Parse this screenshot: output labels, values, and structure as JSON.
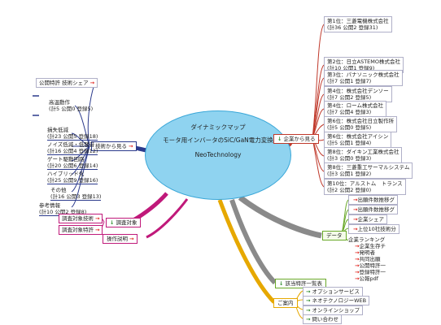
{
  "center": {
    "line1": "ダイナミックマップ",
    "line2": "モータ用インバータのSiC/GaN電力変換",
    "line3": "NeoTechnology"
  },
  "left": {
    "tech_view": "技術から見る",
    "patent_share": "公開特許 技術シェア",
    "nodes": [
      {
        "title": "高温動作",
        "detail": "(計5 公開0 登録5)"
      },
      {
        "title": "損失低減",
        "detail": "(計23 公開5 登録18)"
      },
      {
        "title": "ノイズ低減・低騒音",
        "detail": "(計16 公開4 登録12)"
      },
      {
        "title": "ゲート駆動回路",
        "detail": "(計20 公開6 登録14)"
      },
      {
        "title": "ハイブリッド化",
        "detail": "(計25 公開9 登録16)"
      },
      {
        "title": "その他",
        "detail": "(計16 公開3 登録13)"
      },
      {
        "title": "参考情報",
        "detail": "(計10 公開2 登録8)"
      }
    ],
    "survey_target": "調査対象",
    "survey_tech": "調査対象技術",
    "survey_patent": "調査対象特許",
    "instructions": "操作説明"
  },
  "right": {
    "company_view": "企業から見る",
    "companies": [
      {
        "title": "第1位：三菱電機株式会社",
        "detail": "(計36 公開2 登録31)"
      },
      {
        "title": "第2位：日立ASTEMO株式会社",
        "detail": "(計10 公開1 登録9)"
      },
      {
        "title": "第3位：パナソニック株式会社",
        "detail": "(計7 公開1 登録7)"
      },
      {
        "title": "第4位：株式会社デンソー",
        "detail": "(計7 公開2 登録5)"
      },
      {
        "title": "第4位：ローム株式会社",
        "detail": "(計7 公開4 登録3)"
      },
      {
        "title": "第6位：株式会社日立製作所",
        "detail": "(計5 公開0 登録5)"
      },
      {
        "title": "第6位：株式会社アイシン",
        "detail": "(計5 公開1 登録4)"
      },
      {
        "title": "第8位：ダイキン工業株式会社",
        "detail": "(計3 公開0 登録3)"
      },
      {
        "title": "第8位：三菱重工サーマルシステム",
        "detail": "(計3 公開1 登録2)"
      },
      {
        "title": "第10位：アルストム　トランス",
        "detail": "(計2 公開2 登録0)"
      }
    ],
    "data": "データ",
    "data_items": [
      "出願件数推移グ",
      "出願件数推移グ",
      "企業シェア",
      "上位10社技術分"
    ],
    "ranking_title": "企業ランキング",
    "ranking_items": [
      "企業生存チ",
      "発明者",
      "共同出願",
      "公開特許一",
      "登録特許一",
      "公報pdf"
    ],
    "patent_list": "該当特許一覧表",
    "guide": "ご案内",
    "guide_items": [
      "オプションサービス",
      "ネオテクノロジーWEB",
      "オンラインショップ",
      "問い合わせ"
    ]
  },
  "colors": {
    "center_fill": "#8fd3f0",
    "company_branch": "#c0392b",
    "tech_branch": "#2b3a8c",
    "survey_branch": "#c0197a",
    "data_branch": "#6aa92a",
    "guide_branch": "#e6a800",
    "arrow": "#e0201a"
  }
}
